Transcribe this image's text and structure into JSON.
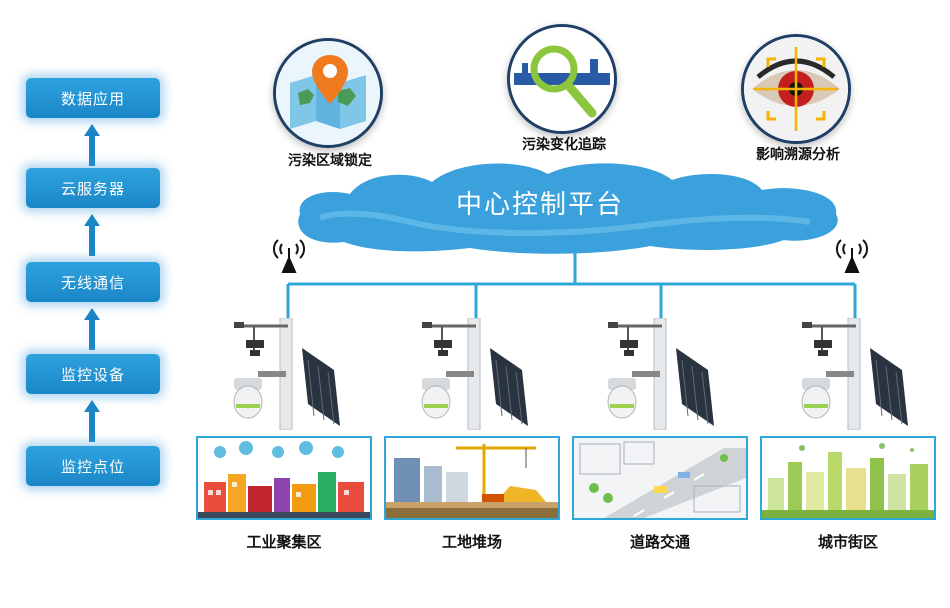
{
  "flow": {
    "steps": [
      "数据应用",
      "云服务器",
      "无线通信",
      "监控设备",
      "监控点位"
    ]
  },
  "services": {
    "items": [
      {
        "label": "污染区域锁定",
        "icon": "map-pin-icon"
      },
      {
        "label": "污染变化追踪",
        "icon": "magnifier-icon"
      },
      {
        "label": "影响溯源分析",
        "icon": "eye-target-icon"
      }
    ]
  },
  "platform": {
    "title": "中心控制平台"
  },
  "sites": {
    "items": [
      {
        "label": "工业聚集区"
      },
      {
        "label": "工地堆场"
      },
      {
        "label": "道路交通"
      },
      {
        "label": "城市街区"
      }
    ]
  },
  "colors": {
    "accent": "#1a86c8",
    "cloud": "#3aa1dc",
    "line": "#2ea7d6",
    "dark": "#1f3f66"
  }
}
